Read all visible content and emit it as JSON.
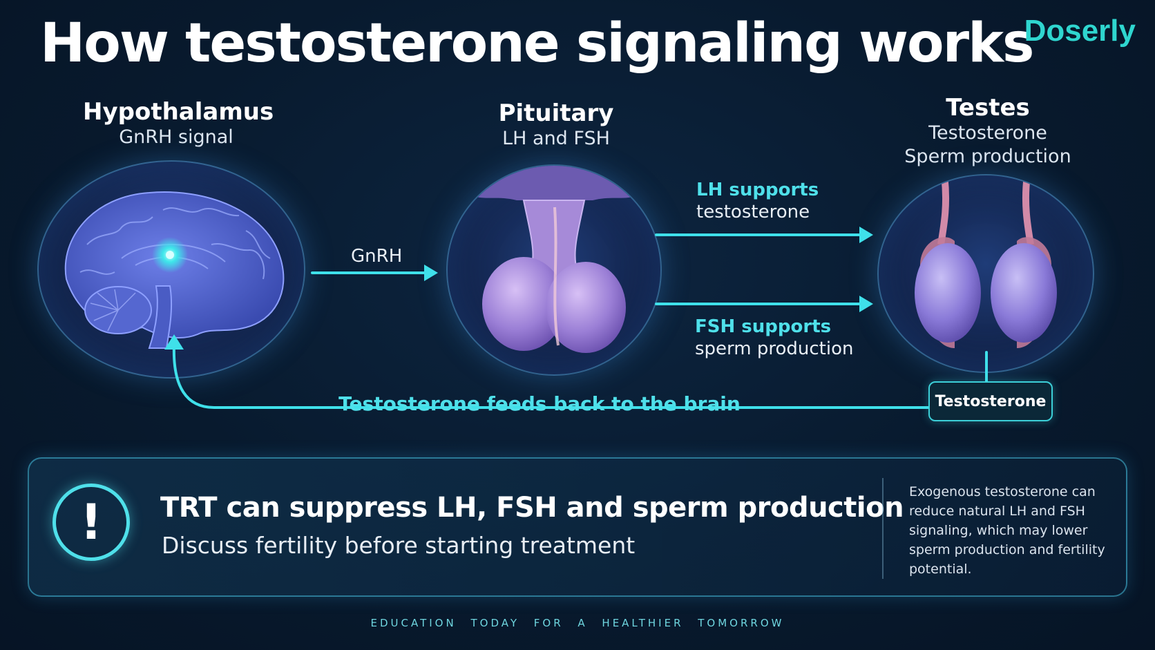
{
  "header": {
    "title": "How testosterone signaling works",
    "brand": "Doserly"
  },
  "nodes": {
    "hypothalamus": {
      "title": "Hypothalamus",
      "subtitle": "GnRH signal"
    },
    "pituitary": {
      "title": "Pituitary",
      "subtitle": "LH and FSH"
    },
    "testes": {
      "title": "Testes",
      "subtitle_1": "Testosterone",
      "subtitle_2": "Sperm production"
    }
  },
  "arrows": {
    "gnrh": "GnRH",
    "lh_1": "LH supports",
    "lh_2": "testosterone",
    "fsh_1": "FSH supports",
    "fsh_2": "sperm production",
    "testosterone_pill": "Testosterone",
    "feedback": "Testosterone feeds back to the brain"
  },
  "panel": {
    "icon": "exclamation-icon",
    "heading": "TRT can suppress LH, FSH and sperm production",
    "subheading": "Discuss fertility before starting treatment",
    "note": "Exogenous testosterone can reduce natural LH and FSH signaling, which may lower sperm production and fertility potential."
  },
  "footer": "EDUCATION TODAY FOR A HEALTHIER TOMORROW",
  "colors": {
    "accent": "#4fe0ea",
    "brand": "#2fd6cf",
    "background": "#081a2e"
  }
}
